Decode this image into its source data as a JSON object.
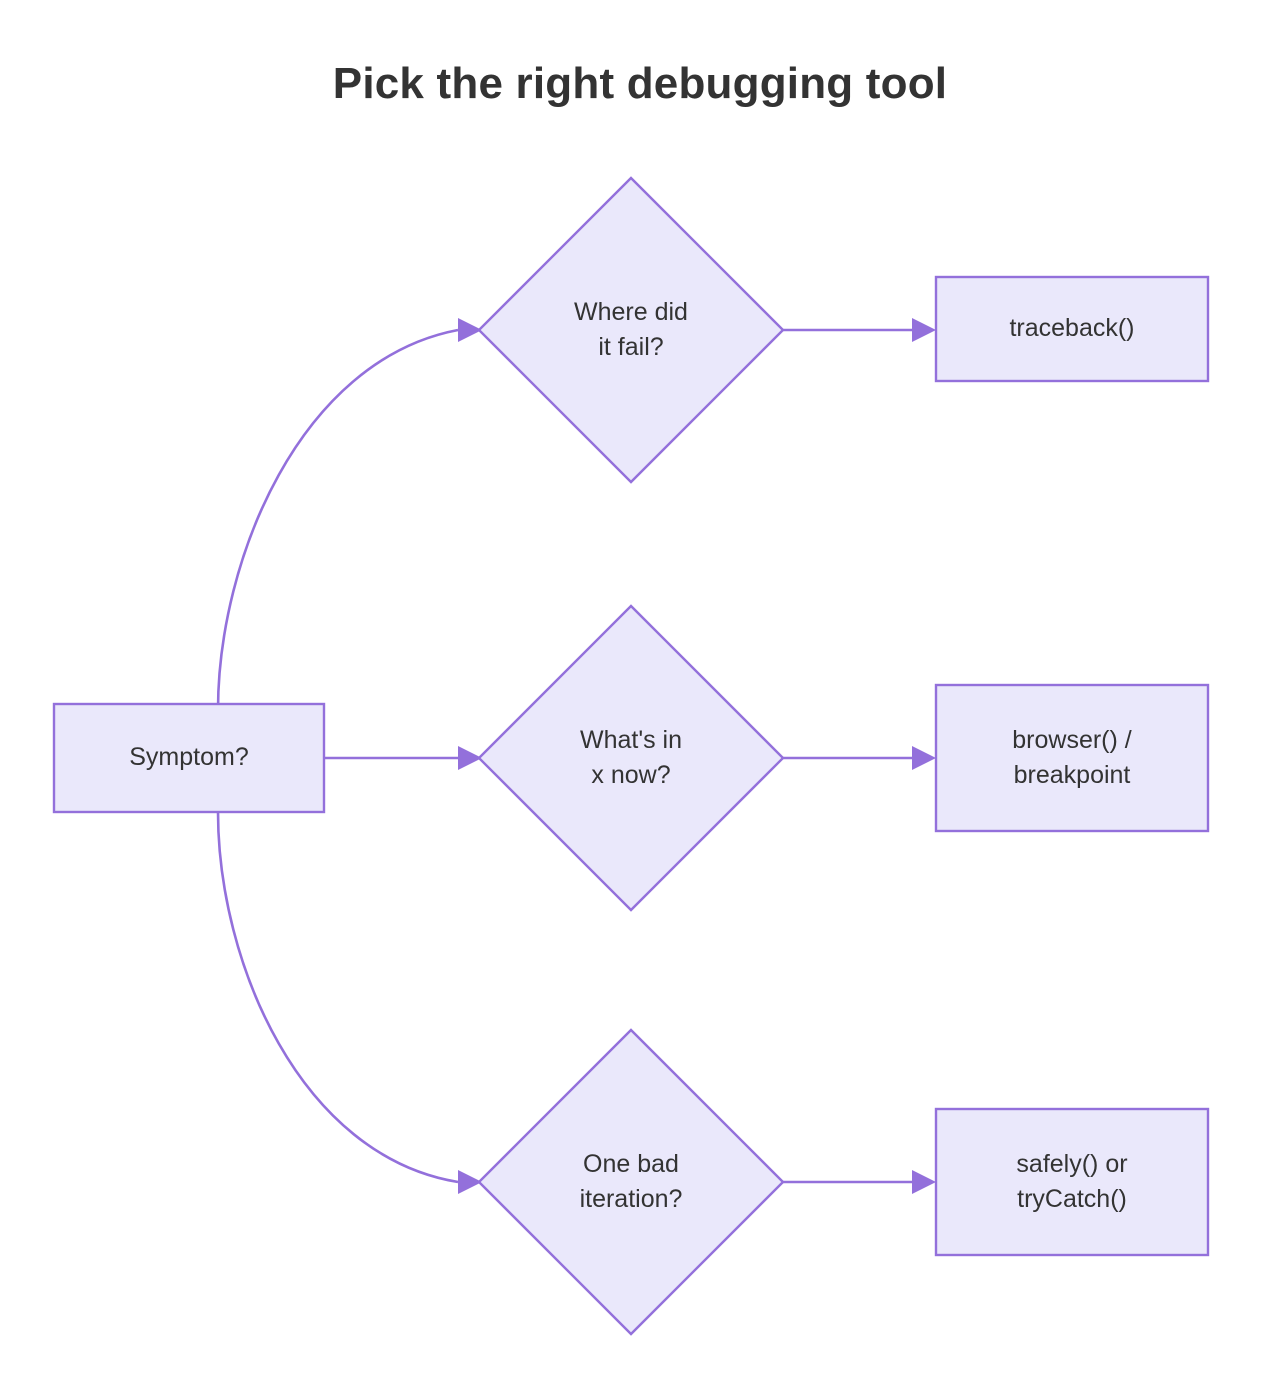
{
  "title": "Pick the right debugging tool",
  "theme": {
    "background": "#ffffff",
    "node_fill": "#eae8fb",
    "node_stroke": "#9370db",
    "edge_stroke": "#9370db",
    "text_color": "#333333",
    "title_color": "#333333"
  },
  "nodes": {
    "start": {
      "label": "Symptom?",
      "shape": "rectangle"
    },
    "decision_where": {
      "label_line1": "Where did",
      "label_line2": "it fail?",
      "shape": "diamond"
    },
    "decision_whats_in_x": {
      "label_line1": "What's in",
      "label_line2": "x now?",
      "shape": "diamond"
    },
    "decision_one_bad_iteration": {
      "label_line1": "One bad",
      "label_line2": "iteration?",
      "shape": "diamond"
    },
    "result_traceback": {
      "label_line1": "traceback()",
      "label_line2": "",
      "shape": "rectangle"
    },
    "result_browser": {
      "label_line1": "browser() /",
      "label_line2": "breakpoint",
      "shape": "rectangle"
    },
    "result_safely": {
      "label_line1": "safely() or",
      "label_line2": "tryCatch()",
      "shape": "rectangle"
    }
  },
  "edges": [
    {
      "from": "start",
      "to": "decision_where",
      "label": "",
      "style": "curved"
    },
    {
      "from": "start",
      "to": "decision_whats_in_x",
      "label": "",
      "style": "straight"
    },
    {
      "from": "start",
      "to": "decision_one_bad_iteration",
      "label": "",
      "style": "curved"
    },
    {
      "from": "decision_where",
      "to": "result_traceback",
      "label": "",
      "style": "straight"
    },
    {
      "from": "decision_whats_in_x",
      "to": "result_browser",
      "label": "",
      "style": "straight"
    },
    {
      "from": "decision_one_bad_iteration",
      "to": "result_safely",
      "label": "",
      "style": "straight"
    }
  ]
}
